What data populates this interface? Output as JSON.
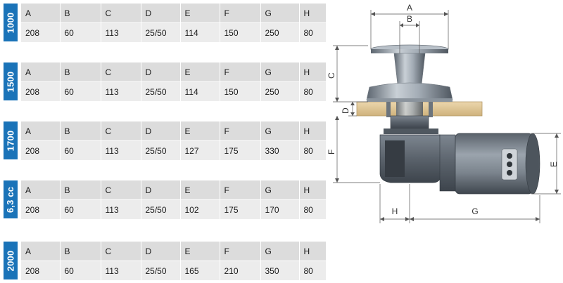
{
  "columns": [
    "A",
    "B",
    "C",
    "D",
    "E",
    "F",
    "G",
    "H"
  ],
  "models": [
    {
      "name": "1000",
      "values": [
        "208",
        "60",
        "113",
        "25/50",
        "114",
        "150",
        "250",
        "80"
      ]
    },
    {
      "name": "1500",
      "values": [
        "208",
        "60",
        "113",
        "25/50",
        "114",
        "150",
        "250",
        "80"
      ]
    },
    {
      "name": "1700",
      "values": [
        "208",
        "60",
        "113",
        "25/50",
        "127",
        "175",
        "330",
        "80"
      ]
    },
    {
      "name": "6,3 cc",
      "values": [
        "208",
        "60",
        "113",
        "25/50",
        "102",
        "175",
        "170",
        "80"
      ]
    },
    {
      "name": "2000",
      "values": [
        "208",
        "60",
        "113",
        "25/50",
        "165",
        "210",
        "350",
        "80"
      ]
    }
  ],
  "diagram": {
    "labels": {
      "A": "A",
      "B": "B",
      "C": "C",
      "D": "D",
      "E": "E",
      "F": "F",
      "G": "G",
      "H": "H"
    }
  },
  "colors": {
    "tab": "#1a73b8",
    "header_row": "#dcdcdc",
    "value_row": "#ececec",
    "deck": "#e0c79a",
    "metal": "#9aa4ae",
    "dark_metal": "#4a525b"
  }
}
